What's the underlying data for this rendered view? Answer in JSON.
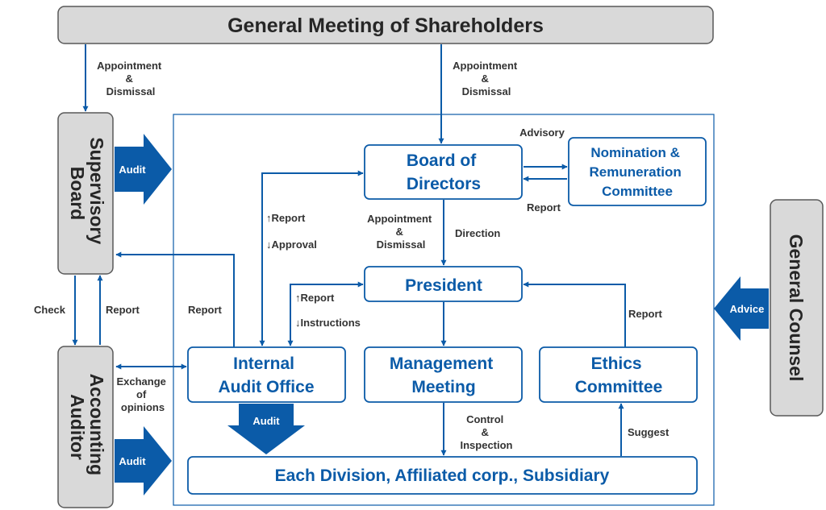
{
  "colors": {
    "primary": "#0b5ba8",
    "gray_box": "#d9d9d9",
    "gray_border": "#595959",
    "text_dark": "#262626",
    "label": "#333333",
    "white": "#ffffff"
  },
  "header": {
    "title": "General Meeting of Shareholders"
  },
  "side": {
    "supervisory_board": [
      "Supervisory",
      "Board"
    ],
    "accounting_auditor": [
      "Accounting",
      "Auditor"
    ],
    "general_counsel": "General Counsel"
  },
  "boxes": {
    "board_of_directors": [
      "Board of",
      "Directors"
    ],
    "nomination_committee": [
      "Nomination &",
      "Remuneration",
      "Committee"
    ],
    "president": "President",
    "internal_audit_office": [
      "Internal",
      "Audit Office"
    ],
    "management_meeting": [
      "Management",
      "Meeting"
    ],
    "ethics_committee": [
      "Ethics",
      "Committee"
    ],
    "divisions": "Each Division, Affiliated corp., Subsidiary"
  },
  "block_arrows": {
    "audit_supervisory": "Audit",
    "audit_internal": "Audit",
    "audit_accounting": "Audit",
    "advice": "Advice"
  },
  "labels": {
    "appointment_left": [
      "Appointment",
      "&",
      "Dismissal"
    ],
    "appointment_center": [
      "Appointment",
      "&",
      "Dismissal"
    ],
    "advisory": "Advisory",
    "report_nomination": "Report",
    "report_approval": [
      "↑Report",
      "↓Approval"
    ],
    "appointment_board": [
      "Appointment",
      "&",
      "Dismissal"
    ],
    "direction": "Direction",
    "report_instructions": [
      "↑Report",
      "↓Instructions"
    ],
    "report_supervisory": "Report",
    "check": "Check",
    "report_accounting": "Report",
    "exchange": [
      "Exchange",
      "of",
      "opinions"
    ],
    "report_ethics": "Report",
    "control": [
      "Control",
      "&",
      "Inspection"
    ],
    "suggest": "Suggest"
  }
}
